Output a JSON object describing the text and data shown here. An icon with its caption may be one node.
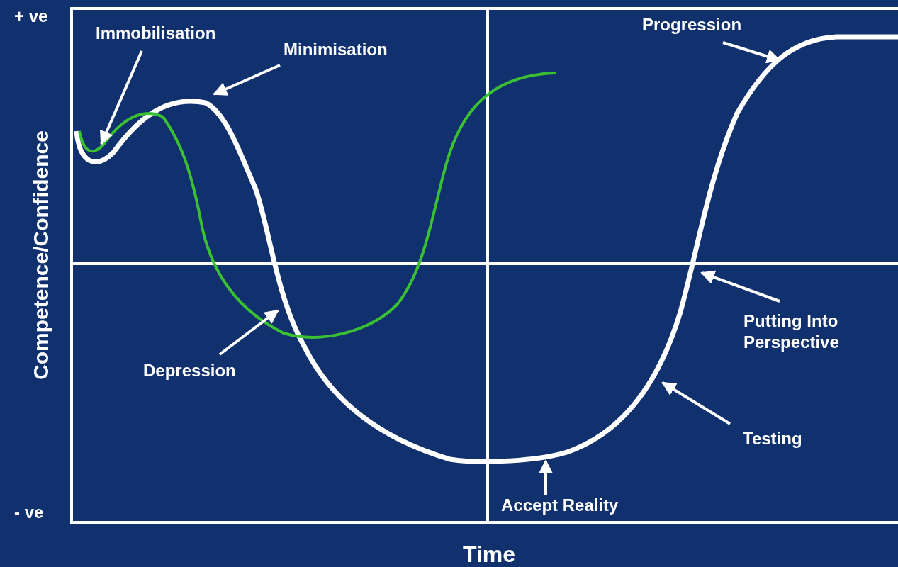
{
  "diagram": {
    "nodes": [
      {
        "text": [
          "Immobilisation"
        ]
      },
      {
        "text": [
          "Minimisation"
        ]
      },
      {
        "text": [
          "Depression"
        ]
      },
      {
        "text": [
          "Accept Reality"
        ]
      },
      {
        "text": [
          "Testing"
        ]
      },
      {
        "text": [
          "Putting Into Perspective"
        ]
      },
      {
        "text": [
          "Progression"
        ]
      }
    ],
    "edges": [
      {
        "from": 0,
        "to": null,
        "arrow": "to"
      },
      {
        "from": 1,
        "to": null,
        "arrow": "to"
      },
      {
        "from": 2,
        "to": null,
        "arrow": "to"
      },
      {
        "from": 3,
        "to": null,
        "arrow": "to"
      },
      {
        "from": 4,
        "to": null,
        "arrow": "to"
      },
      {
        "from": 5,
        "to": null,
        "arrow": "to"
      },
      {
        "from": 6,
        "to": null,
        "arrow": "to"
      }
    ],
    "labels": [
      "+ ve",
      "- ve",
      "Competence/Confidence",
      "Time"
    ]
  }
}
